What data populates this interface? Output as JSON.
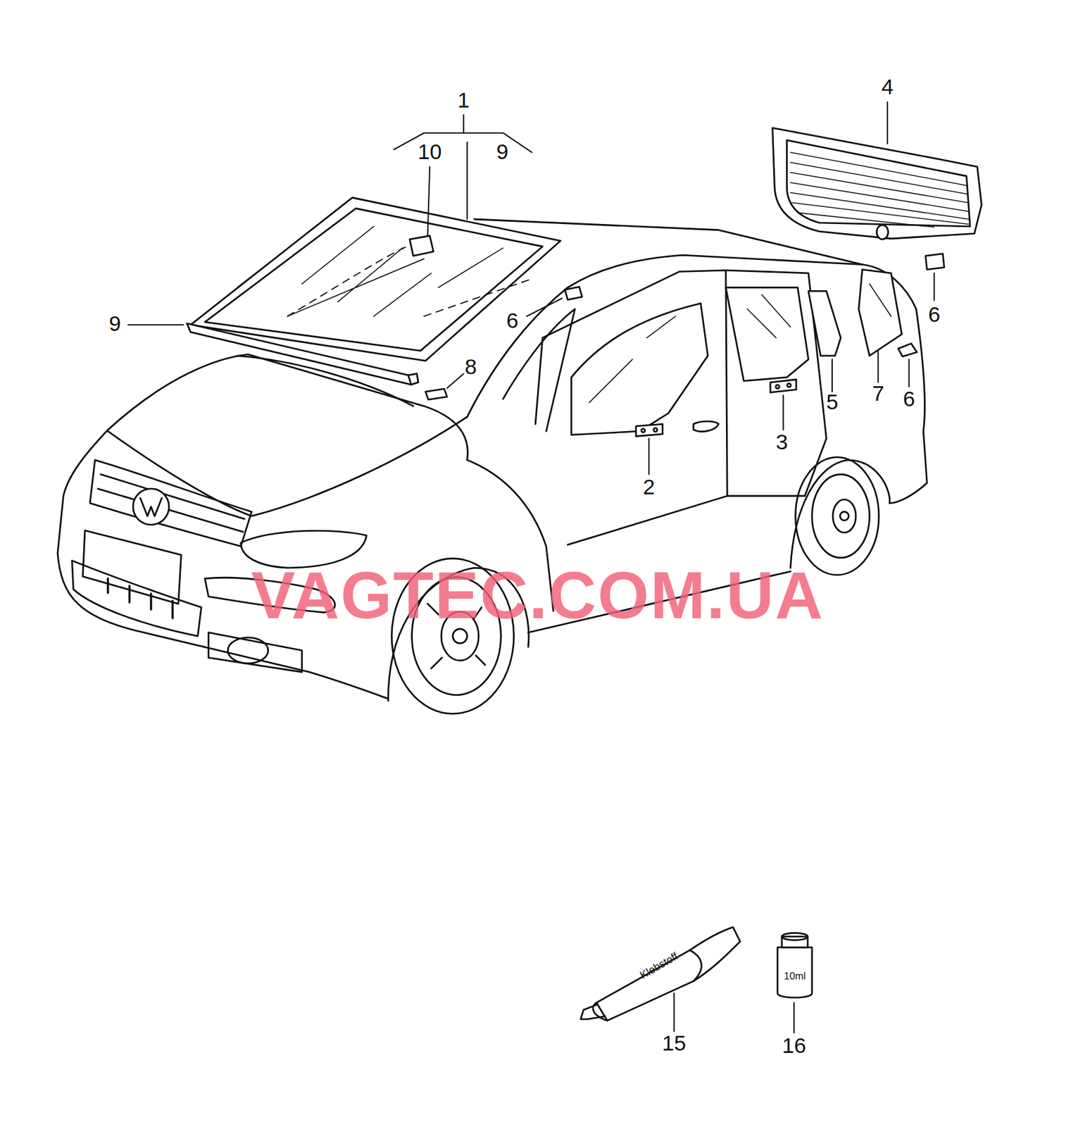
{
  "diagram": {
    "labels": [
      "1",
      "10",
      "9",
      "4",
      "9",
      "6",
      "8",
      "6",
      "6",
      "2",
      "3",
      "5",
      "7",
      "Klebstoff",
      "10ml",
      "15",
      "16",
      "VAGTEC.COM.UA"
    ]
  }
}
